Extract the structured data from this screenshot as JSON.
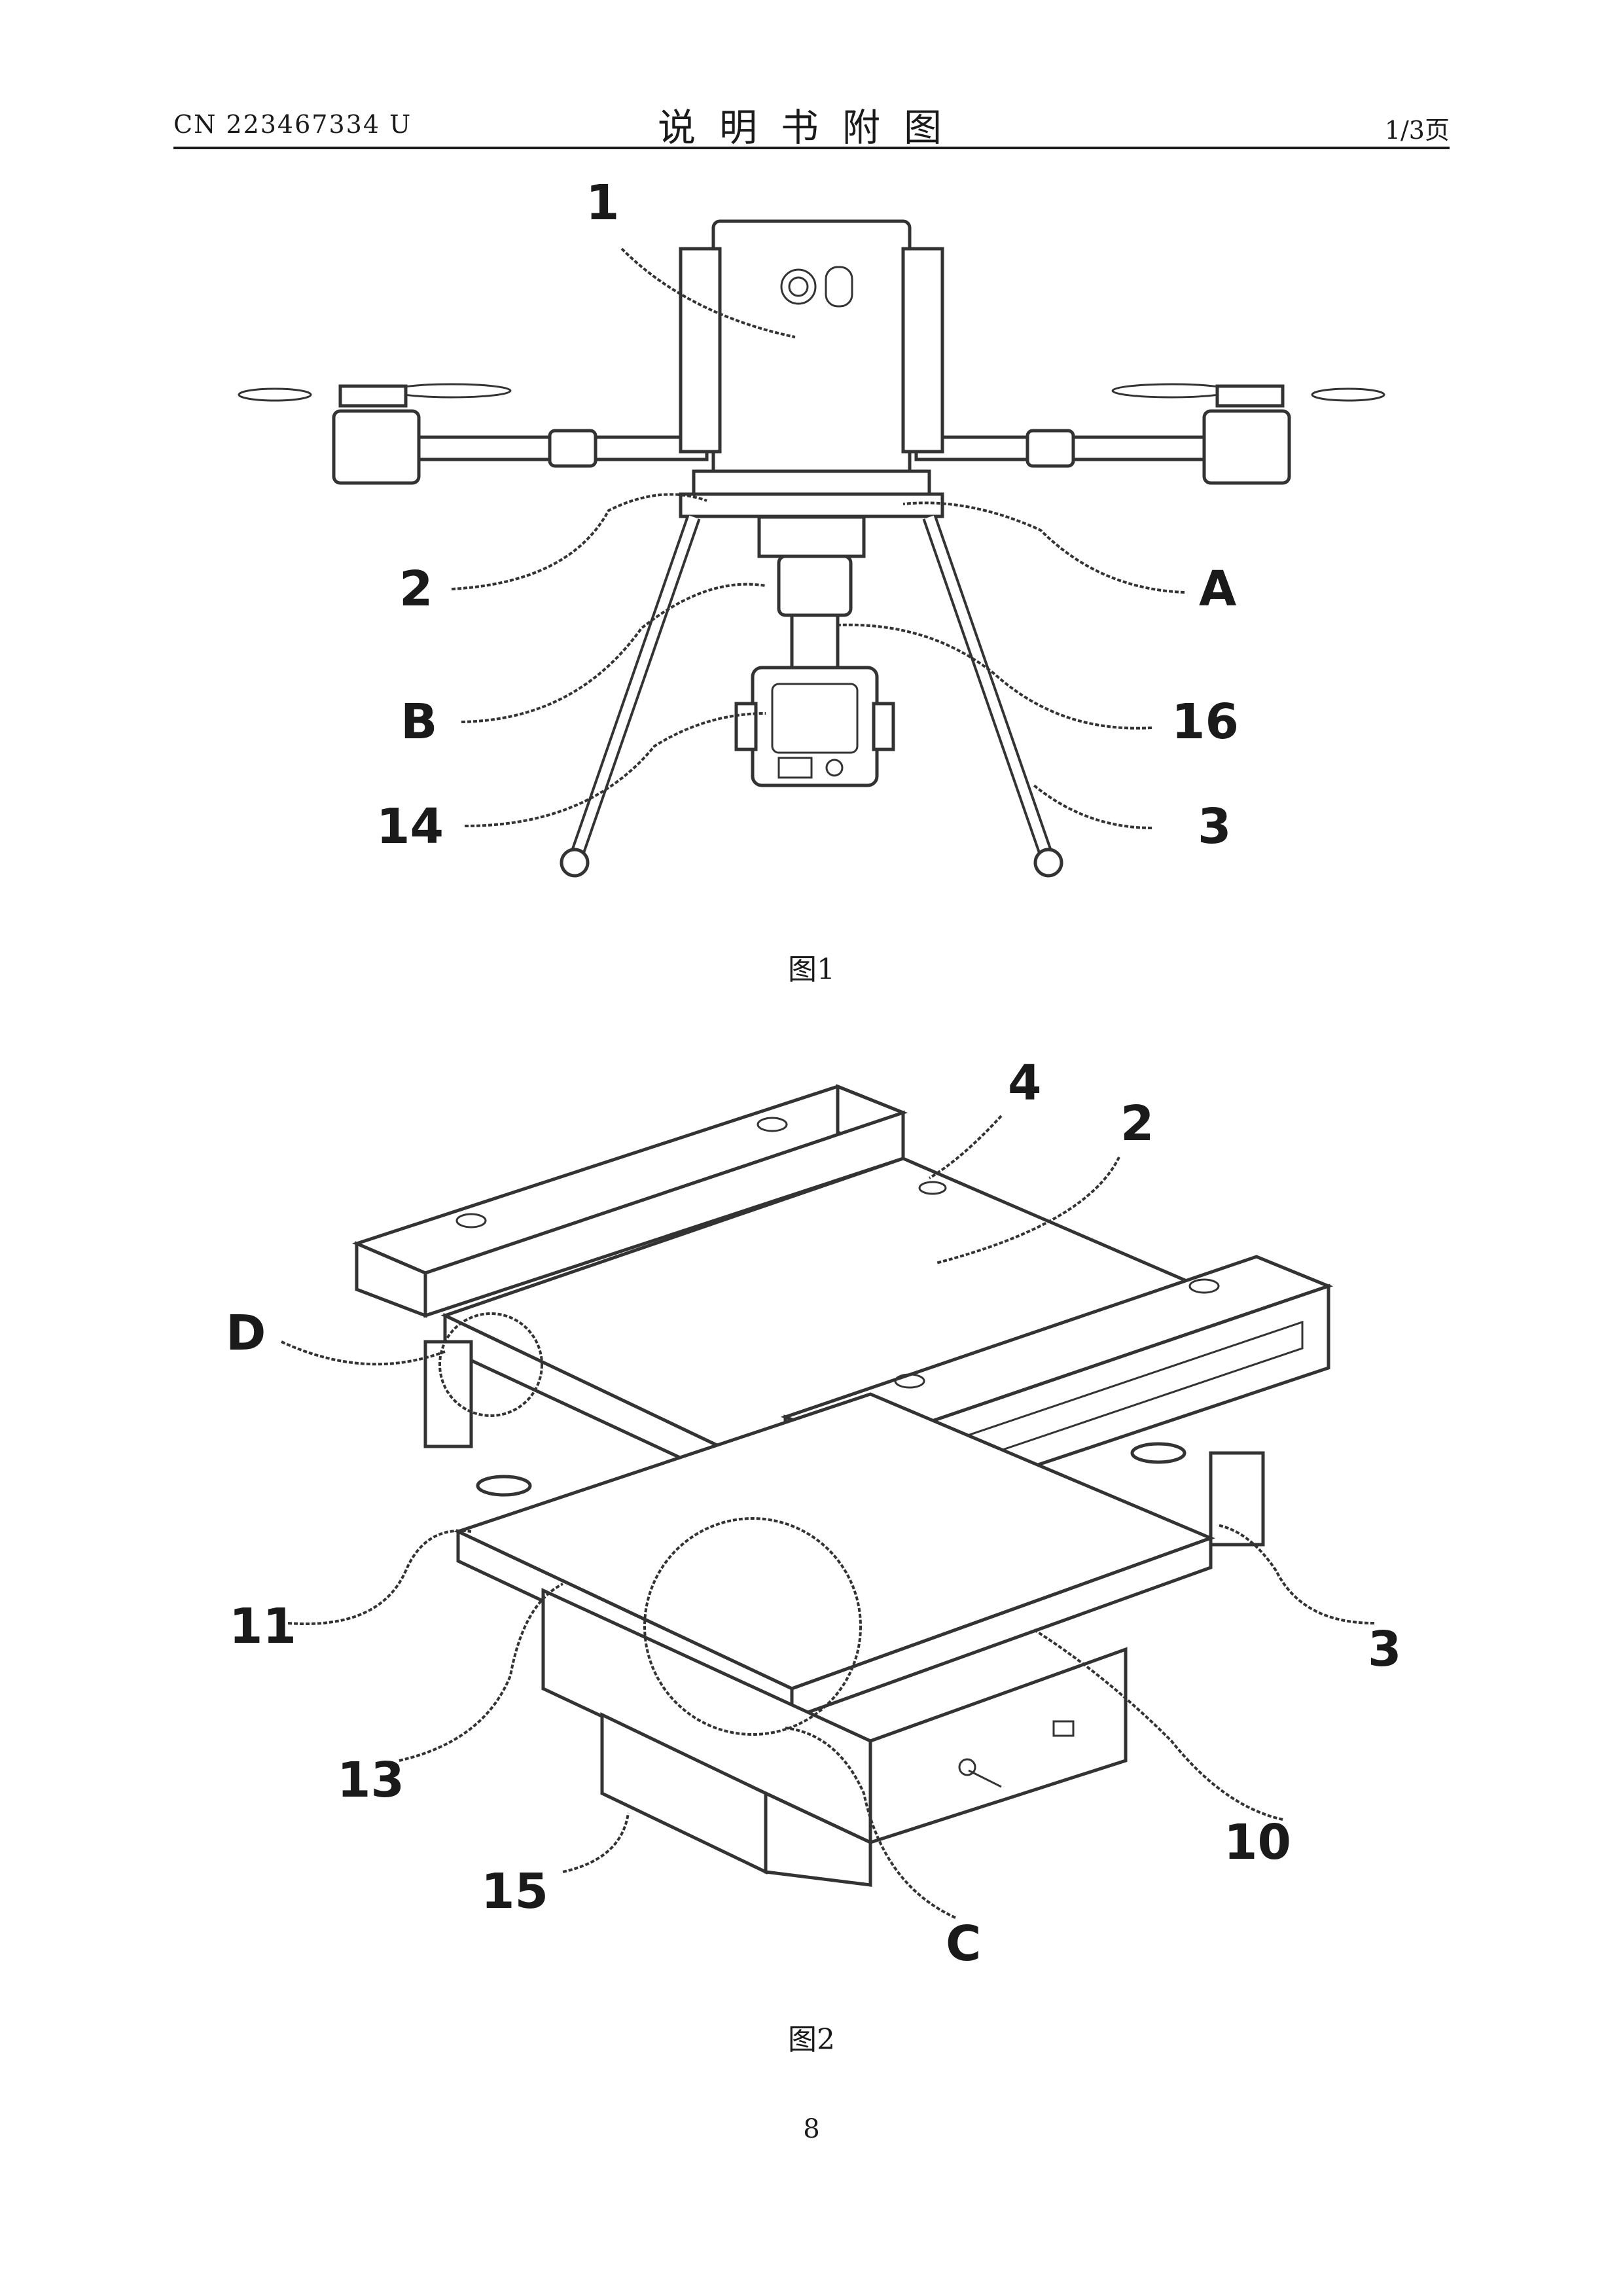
{
  "header": {
    "left": "CN 223467334 U",
    "center": "说明书附图",
    "right": "1/3页"
  },
  "figure1": {
    "caption": "图1",
    "labels": [
      "1",
      "2",
      "A",
      "B",
      "16",
      "14",
      "3"
    ]
  },
  "figure2": {
    "caption": "图2",
    "labels": [
      "4",
      "2",
      "D",
      "11",
      "3",
      "13",
      "10",
      "15",
      "C"
    ]
  },
  "page_number": "8"
}
